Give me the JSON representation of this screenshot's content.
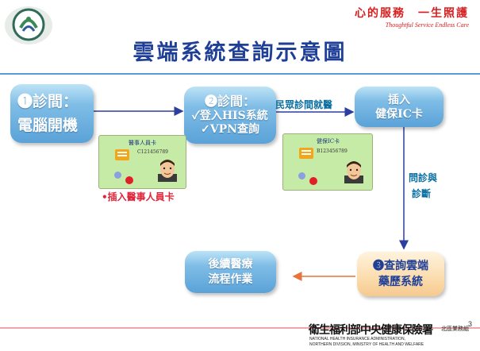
{
  "header": {
    "slogan_cn": "心的服務　一生照護",
    "slogan_en": "Thoughtful Service  Endless Care",
    "title": "雲端系統查詢示意圖"
  },
  "flow": {
    "step1": {
      "line1": "❶診間：",
      "line2": "電腦開機"
    },
    "step2": {
      "line1": "❷診間：",
      "line2": "✓登入HIS系統",
      "line3": "✓VPN查詢"
    },
    "step3": {
      "line1": "插入",
      "line2": "健保IC卡"
    },
    "step4": {
      "line1": "❸查詢雲端",
      "line2": "藥歷系統"
    },
    "step5": {
      "line1": "後續醫療",
      "line2": "流程作業"
    },
    "label_top_arrow": "民眾診間就醫",
    "label_down_arrow_1": "問診與",
    "label_down_arrow_2": "診斷",
    "label_insert_staff_card": "•插入醫事人員卡"
  },
  "cards": {
    "staff_card_title": "醫事人員卡",
    "staff_card_number": "C121456789",
    "nhi_card_title": "健保IC卡",
    "nhi_card_number": "B123456789"
  },
  "footer": {
    "org_cn": "衛生福利部中央健康保險署",
    "org_division": "北區業務組",
    "org_en_1": "NATIONAL HEALTH INSURANCE ADMINISTRATION,",
    "org_en_2": "NORTHERN DIVISION, MINISTRY OF HEALTH AND WELFARE",
    "page_number": "3"
  },
  "colors": {
    "title": "#1f3f97",
    "slogan": "#d81e1e",
    "arrow_blue": "#2b3f9e",
    "arrow_orange": "#e8743b",
    "box_blue": "#5aa2d8",
    "box_orange": "#fbdcad"
  },
  "icons": {
    "logo": "nhi-logo-icon",
    "chip": "card-chip-icon",
    "portrait": "portrait-face-icon"
  }
}
